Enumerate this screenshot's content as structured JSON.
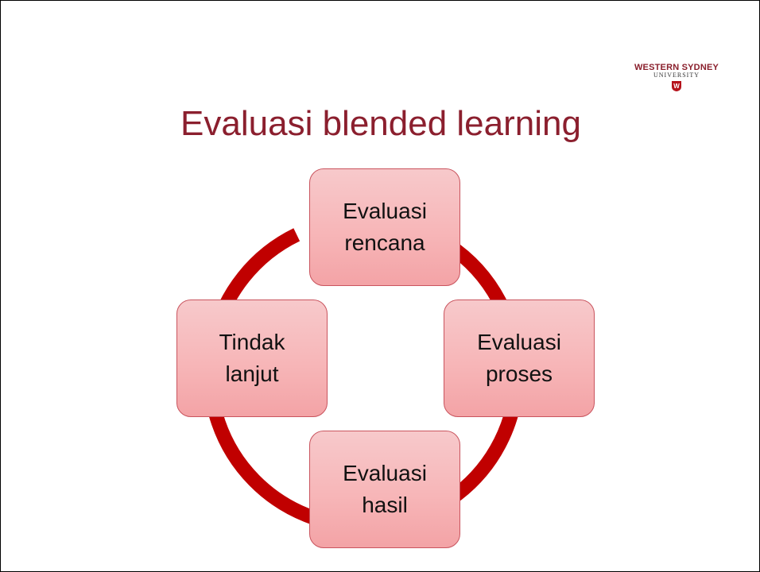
{
  "logo": {
    "line1": "WESTERN SYDNEY",
    "line2": "UNIVERSITY",
    "mark_letter": "W"
  },
  "title": "Evaluasi blended learning",
  "cycle": {
    "nodes": [
      {
        "line1": "Evaluasi",
        "line2": "rencana"
      },
      {
        "line1": "Evaluasi",
        "line2": "proses"
      },
      {
        "line1": "Evaluasi",
        "line2": "hasil"
      },
      {
        "line1": "Tindak",
        "line2": "lanjut"
      }
    ],
    "colors": {
      "arrow": "#c00000",
      "node_fill": "#f7b6b8",
      "node_border": "#c9545e",
      "title": "#8b1f2e"
    }
  }
}
